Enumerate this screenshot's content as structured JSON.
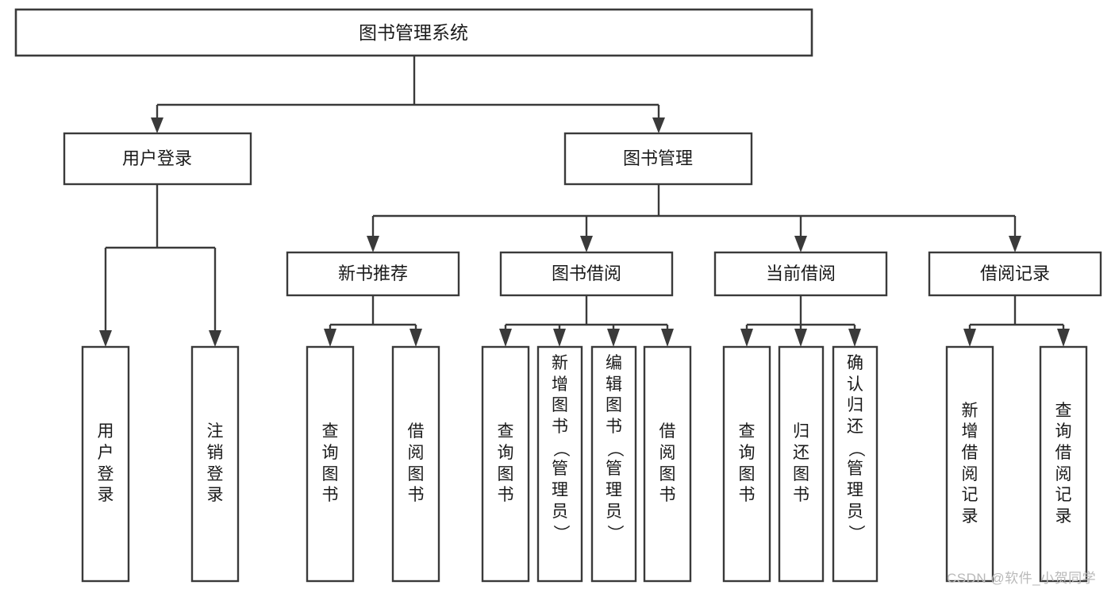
{
  "diagram": {
    "type": "tree",
    "title": "图书管理系统",
    "root": {
      "id": "root",
      "label": "图书管理系统",
      "level": 1
    },
    "level2": [
      {
        "id": "user-login",
        "label": "用户登录"
      },
      {
        "id": "book-management",
        "label": "图书管理"
      }
    ],
    "level3": [
      {
        "id": "new-book-recommend",
        "label": "新书推荐",
        "parent": "book-management"
      },
      {
        "id": "book-borrow",
        "label": "图书借阅",
        "parent": "book-management"
      },
      {
        "id": "current-borrow",
        "label": "当前借阅",
        "parent": "book-management"
      },
      {
        "id": "borrow-record",
        "label": "借阅记录",
        "parent": "book-management"
      }
    ],
    "leaves": [
      {
        "id": "leaf-user-login",
        "label": "用户登录",
        "parent": "user-login"
      },
      {
        "id": "leaf-logout-login",
        "label": "注销登录",
        "parent": "user-login"
      },
      {
        "id": "leaf-query-book-1",
        "label": "查询图书",
        "parent": "new-book-recommend"
      },
      {
        "id": "leaf-borrow-book-1",
        "label": "借阅图书",
        "parent": "new-book-recommend"
      },
      {
        "id": "leaf-query-book-2",
        "label": "查询图书",
        "parent": "book-borrow"
      },
      {
        "id": "leaf-add-book",
        "label": "新增图书（管理员）",
        "parent": "book-borrow"
      },
      {
        "id": "leaf-edit-book",
        "label": "编辑图书（管理员）",
        "parent": "book-borrow"
      },
      {
        "id": "leaf-borrow-book-2",
        "label": "借阅图书",
        "parent": "book-borrow"
      },
      {
        "id": "leaf-query-book-3",
        "label": "查询图书",
        "parent": "current-borrow"
      },
      {
        "id": "leaf-return-book",
        "label": "归还图书",
        "parent": "current-borrow"
      },
      {
        "id": "leaf-confirm-return",
        "label": "确认归还（管理员）",
        "parent": "current-borrow"
      },
      {
        "id": "leaf-add-record",
        "label": "新增借阅记录",
        "parent": "borrow-record"
      },
      {
        "id": "leaf-query-record",
        "label": "查询借阅记录",
        "parent": "borrow-record"
      }
    ],
    "colors": {
      "stroke": "#3a3a3a",
      "fill": "#ffffff",
      "text": "#1a1a1a",
      "watermark": "#b9b9b9",
      "background": "#ffffff"
    }
  },
  "watermark": {
    "text": "CSDN @软件_小贺同学"
  }
}
